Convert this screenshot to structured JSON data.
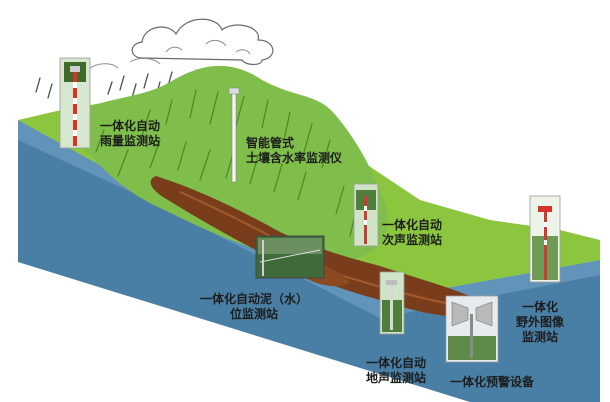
{
  "labels": {
    "rain_gauge": {
      "line1": "一体化自动",
      "line2": "雨量监测站"
    },
    "soil_moisture": {
      "line1": "智能管式",
      "line2": "土壤含水率监测仪"
    },
    "infrasound": {
      "line1": "一体化自动",
      "line2": "次声监测站"
    },
    "field_image": {
      "line1": "一体化",
      "line2": "野外图像",
      "line3": "监测站"
    },
    "mud_level": {
      "line1": "一体化自动泥（水）",
      "line2": "位监测站"
    },
    "ground_sound": {
      "line1": "一体化自动",
      "line2": "地声监测站"
    },
    "warning_device": {
      "line1": "一体化预警设备"
    }
  },
  "colors": {
    "ground_top": "#8cc63f",
    "ground_top_dark": "#6fb034",
    "cliff_face": "#4a7fa5",
    "cliff_face_light": "#6b9cc0",
    "mountain": "#7fbe4a",
    "debris_flow": "#7a3d1c",
    "cloud": "#ffffff"
  }
}
